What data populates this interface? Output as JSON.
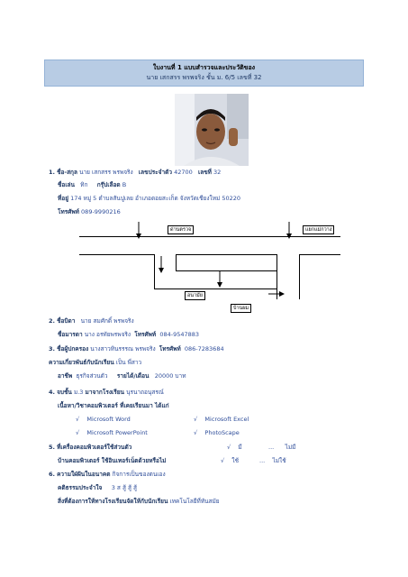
{
  "header": {
    "title": "ใบงานที่ 1 แบบสำรวจและประวัติของ",
    "subtitle": "นาย เสกสรร  พรพจริง ชั้น ม. 6/5 เลขที่ 32"
  },
  "item1": {
    "num": "1.",
    "name_label": "ชื่อ-สกุล",
    "name_value": "นาย เสกสรร  พรพจริง",
    "id_label": "เลขประจำตัว",
    "id_value": "42700",
    "no_label": "เลขที่",
    "no_value": "32",
    "nick_label": "ชื่อเล่น",
    "nick_value": "ทิก",
    "blood_label": "กรุ๊ปเลือด",
    "blood_value": "B",
    "addr_label": "ที่อยู่",
    "addr_value": "174  หมู่  5  ตำบลสันปูเลย  อำเภอดอยสะเก็ด  จังหวัดเชียงใหม่  50220",
    "phone_label": "โทรศัพท์",
    "phone_value": "089-9990216"
  },
  "map": {
    "label_top_left": "ด่านตรวจ",
    "label_top_right": "แยกแม่กวาง",
    "label_bottom_mid": "อนามัย",
    "label_home": "บ้านผม"
  },
  "item2": {
    "num": "2.",
    "father_label": "ชื่อบิดา",
    "father_value": "นาย  สมศักดิ์  พรพจริง",
    "mother_label": "ชื่อมารดา",
    "mother_value": "นาง  อรทัยพรพจริง",
    "mother_phone_label": "โทรศัพท์",
    "mother_phone_value": "084-9547883"
  },
  "item3": {
    "num": "3.",
    "guardian_label": "ชื่อผู้ปกครอง",
    "guardian_value": "นางสาวทินรรรณ  พรพจริง",
    "phone_label": "โทรศัพท์",
    "phone_value": "086-7283684",
    "relation_label": "ความเกี่ยวพันธ์กับนักเรียน",
    "relation_value": "เป็น  พี่สาว",
    "job_label": "อาชีพ",
    "job_value": "ธุรกิจส่วนตัว",
    "income_label": "รายได้/เดือน",
    "income_value": "20000  บาท"
  },
  "item4": {
    "num": "4.",
    "school_label": "จบชั้น",
    "school_grade": "ม.3",
    "school_from_label": "มาจากโรงเรียน",
    "school_value": "นุรนาถอนุสรณ์",
    "content_label": "เนื้อหา/วิชาคอมพิวเตอร์ ที่เคยเรียนมา ได้แก่",
    "check": "√",
    "opt1": "Microsoft Word",
    "opt2": "Microsoft Excel",
    "opt3": "Microsoft PowerPoint",
    "opt4": "PhotoScape"
  },
  "item5": {
    "num": "5.",
    "q1_label": "ที่เครื่องคอมพิวเตอร์ใช้ส่วนตัว",
    "q1_check": "√",
    "q1_yes": "มี",
    "q1_dots": "...",
    "q1_no": "ไม่มี",
    "q2_label": "บ้านคอมพิวเตอร์ ใช้อินเทอร์เน็ตด้วยหรือไม่",
    "q2_check": "√",
    "q2_yes": "ใช้",
    "q2_dots": "...",
    "q2_no": "ไม่ใช้"
  },
  "item6": {
    "num": "6.",
    "hobby_label": "ความใฝ่ฝันในอนาคต",
    "hobby_value": "กิจการเป็นของตนเอง",
    "grade_label": "คติธรรมประจำใจ",
    "grade_value": "3 ส สู้ สู้ สู้",
    "expect_label": "สิ่งที่ต้องการให้ทางโรงเรียนจัดให้กับนักเรียน",
    "expect_value": "เทคโนโลยีที่ทันสมัย"
  }
}
